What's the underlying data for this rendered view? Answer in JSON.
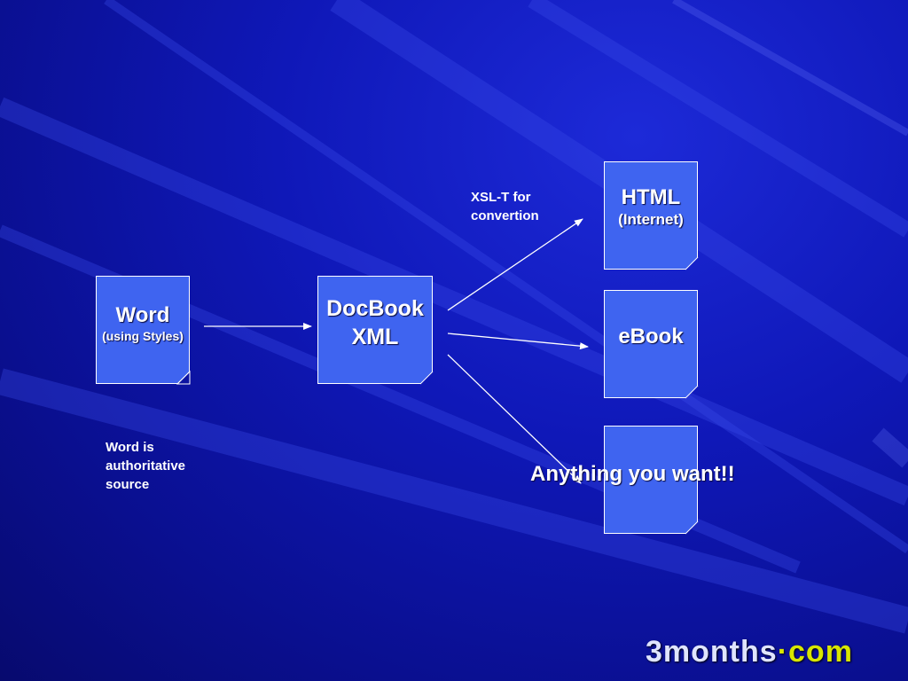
{
  "nodes": {
    "word": {
      "title": "Word",
      "subtitle": "(using Styles)"
    },
    "docbook": {
      "line1": "DocBook",
      "line2": "XML"
    },
    "html": {
      "title": "HTML",
      "subtitle": "(Internet)"
    },
    "ebook": {
      "title": "eBook"
    },
    "anything": {
      "title": ""
    }
  },
  "labels": {
    "xslt_line1": "XSL-T for",
    "xslt_line2": "convertion",
    "word_note_line1": "Word is",
    "word_note_line2": "authoritative",
    "word_note_line3": "source",
    "anything_you_want": "Anything you want!!"
  },
  "logo": {
    "part1": "3months",
    "dot": "·",
    "part2": "com"
  },
  "colors": {
    "doc_fill": "#3f64f0",
    "background": "#0f18b8",
    "logo_accent": "#d8e600"
  }
}
